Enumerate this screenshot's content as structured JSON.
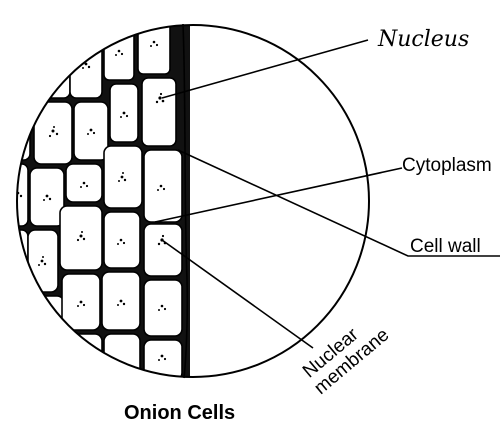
{
  "title": "Onion Cells",
  "labels": {
    "nucleus": "Nucleus",
    "cytoplasm": "Cytoplasm",
    "cell_wall": "Cell wall",
    "nuclear_line1": "Nuclear",
    "nuclear_line2": "membrane"
  }
}
